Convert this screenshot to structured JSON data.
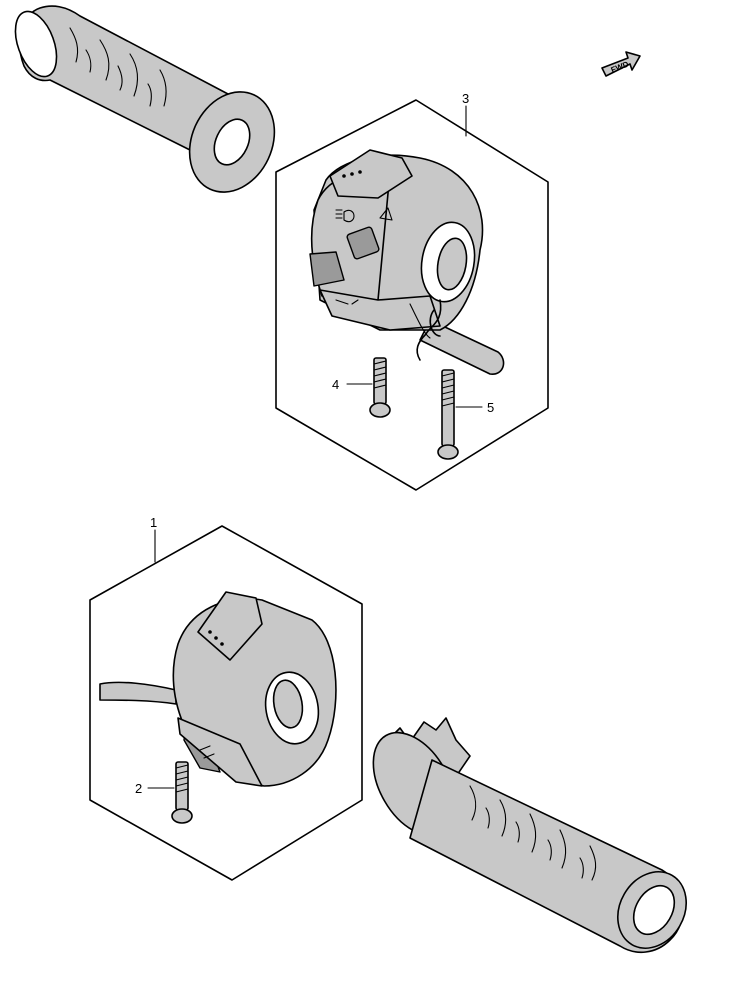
{
  "diagram": {
    "fwd_label": "FWD",
    "parts": [
      {
        "id": "1",
        "label": "1"
      },
      {
        "id": "2",
        "label": "2"
      },
      {
        "id": "3",
        "label": "3"
      },
      {
        "id": "4",
        "label": "4"
      },
      {
        "id": "5",
        "label": "5"
      }
    ]
  }
}
